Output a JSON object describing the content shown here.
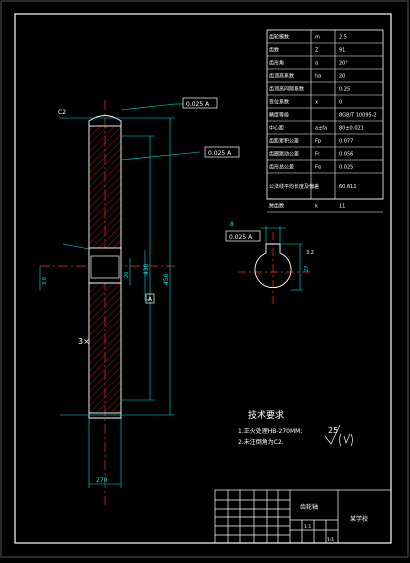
{
  "colors": {
    "background": "#000000",
    "border": "#ffffff",
    "outline": "#ffffff",
    "hatch": "#ff2a2a",
    "centerline": "#ff2a2a",
    "dimension": "#00e0e0",
    "text": "#ffffff"
  },
  "param_table": {
    "rows": [
      {
        "label": "齿轮模数",
        "symbol": "m",
        "value": "2.5"
      },
      {
        "label": "齿数",
        "symbol": "Z",
        "value": "91"
      },
      {
        "label": "齿形角",
        "symbol": "α",
        "value": "20°"
      },
      {
        "label": "齿顶高系数",
        "symbol": "ha",
        "value": "20"
      },
      {
        "label": "齿顶高间隙系数",
        "symbol": "",
        "value": "0.25"
      },
      {
        "label": "变位系数",
        "symbol": "x",
        "value": "0"
      },
      {
        "label": "精度等级",
        "symbol": "",
        "value": "8GB/T 10095-2"
      },
      {
        "label": "中心距",
        "symbol": "a±fa",
        "value": "80±0.021"
      },
      {
        "label": "齿距累积公差",
        "symbol": "Fp",
        "value": "0.077"
      },
      {
        "label": "齿圈跳动公差",
        "symbol": "Fr",
        "value": "0.056"
      },
      {
        "label": "齿形总公差",
        "symbol": "Fα",
        "value": "0.025"
      },
      {
        "label": "公法线平均长度及偏差",
        "symbol": "",
        "value": "60.611"
      },
      {
        "label": "跨齿数",
        "symbol": "k",
        "value": "11"
      }
    ]
  },
  "shaft": {
    "callout_top": "0.025 A",
    "callout_mid": "0.025 A",
    "datum": "A",
    "chamfer_top": "C2",
    "left_label": "3×",
    "dim_total_length": "450",
    "dim_length_2": "430",
    "dim_bottom": "270",
    "dim_small": "3.0",
    "dim_width": "20"
  },
  "section": {
    "callout": "0.025 A",
    "roughness": "3.2",
    "dim_keyway": "8",
    "dim_depth": "27"
  },
  "tech_req": {
    "title": "技术要求",
    "items": [
      "1.正火处理HB-270MM;",
      "2.未注倒角为C2."
    ],
    "roughness_mark": "25"
  },
  "title_block": {
    "part_name": "齿轮轴",
    "school": "某学校",
    "scale": "1:1",
    "sheet": "1/1"
  }
}
